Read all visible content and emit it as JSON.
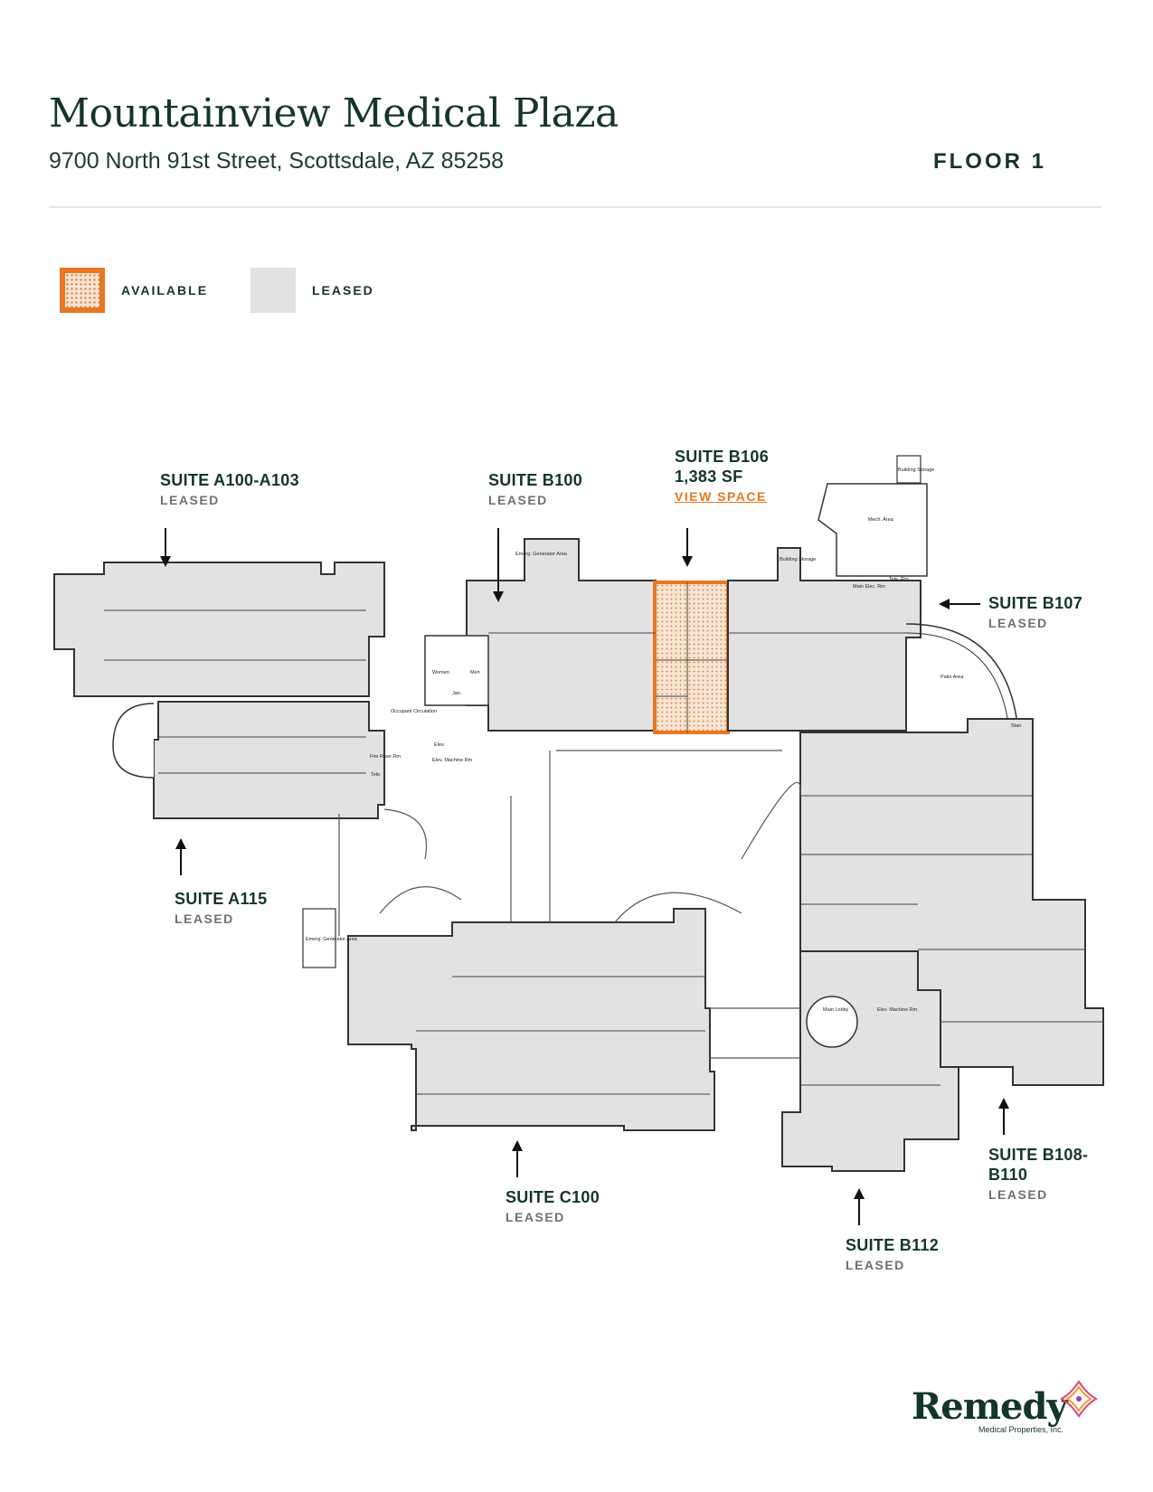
{
  "header": {
    "title": "Mountainview Medical Plaza",
    "address": "9700 North 91st Street, Scottsdale, AZ 85258",
    "floor": "FLOOR 1"
  },
  "legend": {
    "available": "AVAILABLE",
    "leased": "LEASED",
    "available_color": "#e87722",
    "leased_color": "#e2e2e2"
  },
  "suites": {
    "a100": {
      "name": "SUITE A100-A103",
      "status": "LEASED"
    },
    "b100": {
      "name": "SUITE B100",
      "status": "LEASED"
    },
    "b106": {
      "name": "SUITE B106",
      "area": "1,383 SF",
      "link": "VIEW SPACE"
    },
    "b107": {
      "name": "SUITE B107",
      "status": "LEASED"
    },
    "a115": {
      "name": "SUITE A115",
      "status": "LEASED"
    },
    "c100": {
      "name": "SUITE C100",
      "status": "LEASED"
    },
    "b112": {
      "name": "SUITE B112",
      "status": "LEASED"
    },
    "b108": {
      "name": "SUITE B108-B110",
      "status": "LEASED"
    }
  },
  "rooms": {
    "women": "Women",
    "men": "Men",
    "jan": "Jan.",
    "occupant_circulation": "Occupant Circulation",
    "elev_machine": "Elev. Machine Rm",
    "fire_riser": "Fire Riser Rm",
    "tele": "Tele.",
    "emerg_gen_top": "Emerg. Generator Area",
    "emerg_gen_left": "Emerg. Generator Area",
    "building_storage_top": "Building Storage",
    "building_storage_mid": "Building Storage",
    "mech_area": "Mech. Area",
    "main_elec": "Main Elec. Rm",
    "tele_rm": "Tele. Rm",
    "patio_area": "Patio Area",
    "main_lobby": "Main Lobby",
    "elev_machine_rm2": "Elev. Machine Rm",
    "stair": "Stair",
    "elev": "Elev."
  },
  "brand": {
    "name": "Remedy",
    "sub": "Medical Properties, Inc."
  }
}
